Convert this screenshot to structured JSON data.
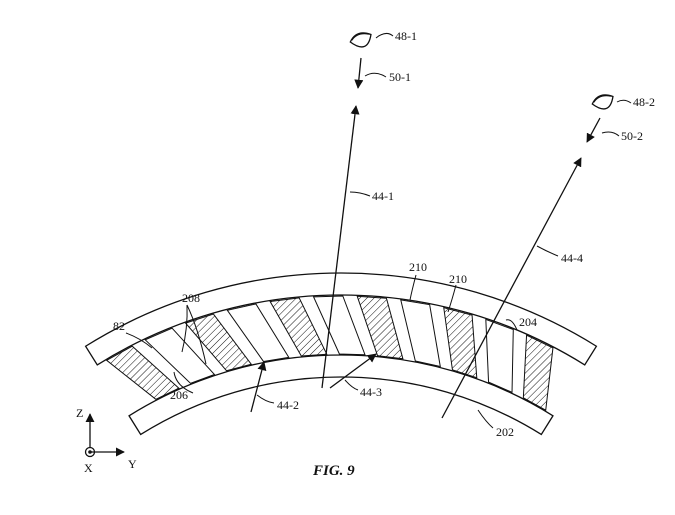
{
  "labels": {
    "eye_48_1": "48-1",
    "eye_48_2": "48-2",
    "ray_50_1": "50-1",
    "ray_50_2": "50-2",
    "ray_44_1": "44-1",
    "ray_44_2": "44-2",
    "ray_44_3": "44-3",
    "ray_44_4": "44-4",
    "ref_82": "82",
    "ref_202": "202",
    "ref_204": "204",
    "ref_206": "206",
    "ref_208": "208",
    "ref_210a": "210",
    "ref_210b": "210"
  },
  "axes": {
    "z": "Z",
    "x": "X",
    "y": "Y"
  },
  "caption": "FIG. 9"
}
